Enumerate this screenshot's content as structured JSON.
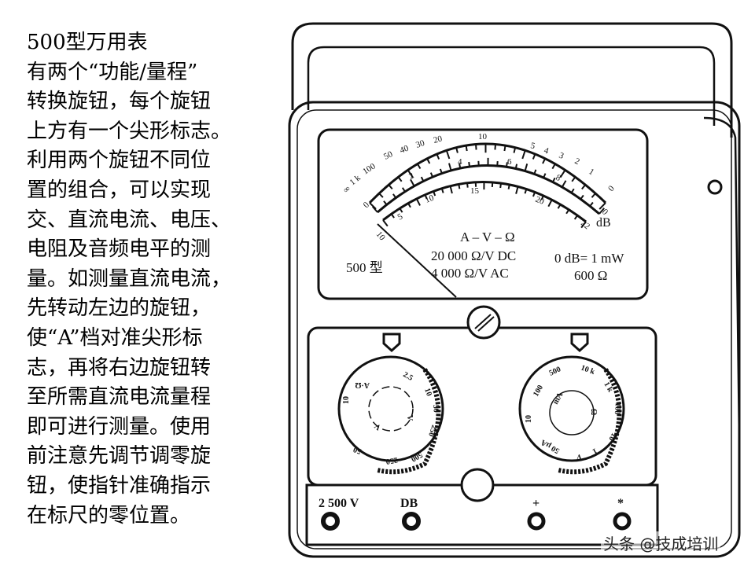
{
  "description": {
    "lines": [
      "500型万用表",
      "有两个“功能/量程”",
      "转换旋钮，每个旋钮",
      "上方有一个尖形标志。",
      "利用两个旋钮不同位",
      "置的组合，可以实现",
      "交、直流电流、电压、",
      "电阻及音频电平的测",
      "量。如测量直流电流，",
      "先转动左边的旋钮，",
      "使“A”档对准尖形标",
      "志，再将右边旋钮转",
      "至所需直流电流量程",
      "即可进行测量。使用",
      "前注意先调节调零旋",
      "钮，使指针准确指示",
      "在标尺的零位置。"
    ]
  },
  "meter": {
    "ohm_scale": [
      "∞",
      "1 k",
      "100",
      "50",
      "40",
      "30",
      "20",
      "10",
      "5",
      "4",
      "3",
      "2",
      "1",
      "0"
    ],
    "mid_scale": [
      "0",
      "2",
      "4",
      "6",
      "8",
      "0"
    ],
    "db_scale": [
      "10",
      "5",
      "10",
      "15",
      "20",
      "22"
    ],
    "db_unit": "dB",
    "model": "500 型",
    "function": "A – V – Ω",
    "dc_sensitivity": "20 000 Ω/V DC",
    "ac_sensitivity": "4 000 Ω/V AC",
    "db_ref": "0 dB= 1 mW",
    "db_impedance": "600 Ω",
    "left_knob": [
      "A·Ω",
      "2.5",
      "10",
      "50",
      "250",
      "500",
      "250",
      "50",
      "10",
      "V",
      "V"
    ],
    "right_knob": [
      "10",
      "100",
      "500",
      "10 k",
      "1 k",
      "100",
      "10",
      "1",
      "V",
      "50 μA",
      "mA",
      "Ω"
    ],
    "terminals": [
      "2 500 V",
      "DB",
      "+",
      "*"
    ]
  },
  "watermark": "头条 @技成培训"
}
